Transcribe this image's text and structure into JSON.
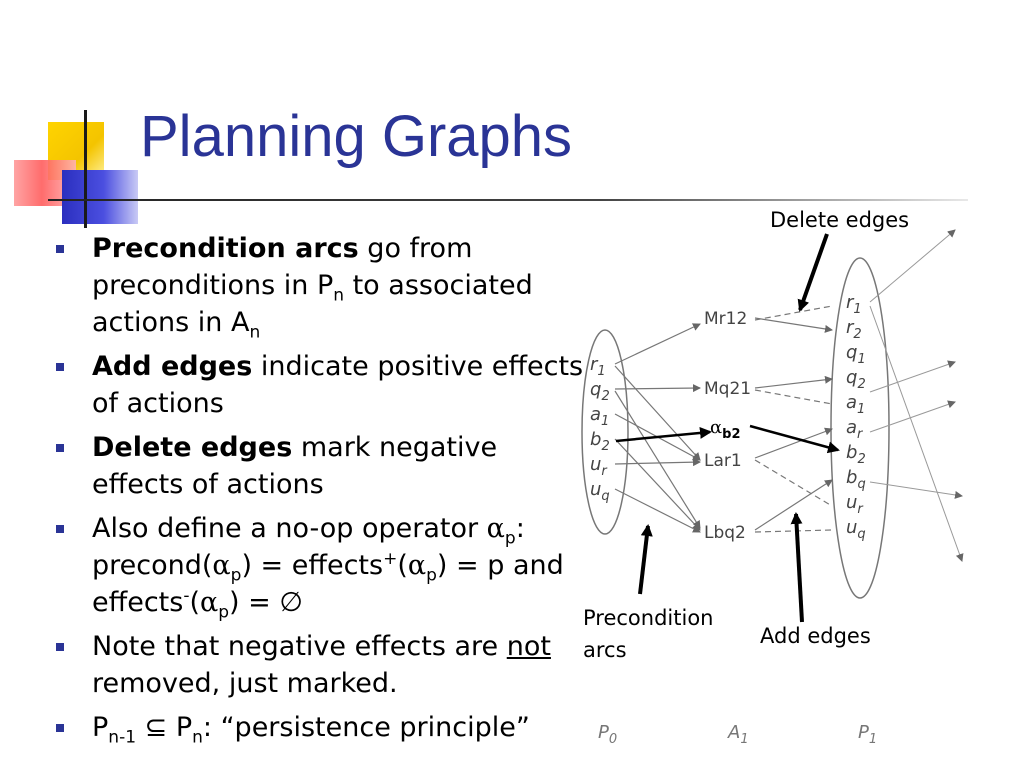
{
  "slide": {
    "title": "Planning Graphs",
    "accent_color": "#2a3496"
  },
  "bullets": [
    {
      "bold": "Precondition arcs",
      "t1": " go from preconditions in P",
      "sub1": "n",
      "t2": " to associated actions in A",
      "sub2": "n"
    },
    {
      "bold": "Add edges",
      "t1": " indicate positive effects of actions"
    },
    {
      "bold": "Delete edges",
      "t1": " mark negative effects of actions"
    },
    {
      "t1": "Also define a no-op operator ",
      "alpha": "α",
      "sub1": "p",
      "t2": ": precond(",
      "alpha2": "α",
      "sub2": "p",
      "t3": ") = effects",
      "sup1": "+",
      "t4": "(",
      "alpha3": "α",
      "sub3": "p",
      "t5": ") = p and effects",
      "sup2": "-",
      "t6": "(",
      "alpha4": "α",
      "sub4": "p",
      "t7": ") = ∅"
    },
    {
      "t1": "Note that negative effects are ",
      "underline": "not",
      "t2": " removed, just marked."
    },
    {
      "t1": "P",
      "sub1": "n-1",
      "t2": " ⊆ P",
      "sub2": "n",
      "t3": ": “persistence principle”"
    }
  ],
  "diagram": {
    "p0_nodes": [
      {
        "base": "r",
        "sub": "1"
      },
      {
        "base": "q",
        "sub": "2"
      },
      {
        "base": "a",
        "sub": "1"
      },
      {
        "base": "b",
        "sub": "2"
      },
      {
        "base": "u",
        "sub": "r"
      },
      {
        "base": "u",
        "sub": "q"
      }
    ],
    "actions": [
      "Mr12",
      "Mq21",
      "Lar1",
      "Lbq2"
    ],
    "p1_nodes": [
      {
        "base": "r",
        "sub": "1"
      },
      {
        "base": "r",
        "sub": "2"
      },
      {
        "base": "q",
        "sub": "1"
      },
      {
        "base": "q",
        "sub": "2"
      },
      {
        "base": "a",
        "sub": "1"
      },
      {
        "base": "a",
        "sub": "r"
      },
      {
        "base": "b",
        "sub": "2"
      },
      {
        "base": "b",
        "sub": "q"
      },
      {
        "base": "u",
        "sub": "r"
      },
      {
        "base": "u",
        "sub": "q"
      }
    ],
    "level_labels": [
      {
        "base": "P",
        "sub": "0"
      },
      {
        "base": "A",
        "sub": "1"
      },
      {
        "base": "P",
        "sub": "1"
      }
    ],
    "noop_label": {
      "base": "α",
      "sub": "b2"
    },
    "labels": {
      "delete_edges": "Delete edges",
      "precondition_line1": "Precondition",
      "precondition_line2": "arcs",
      "add_edges": "Add edges"
    }
  }
}
